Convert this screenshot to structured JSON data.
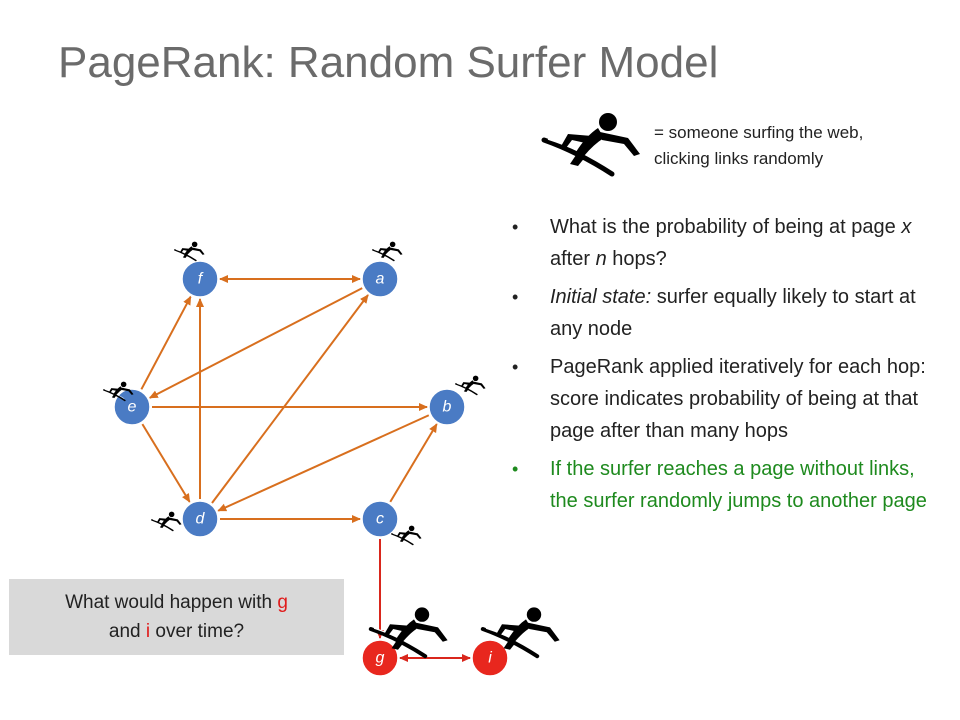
{
  "title": "PageRank: Random Surfer Model",
  "legend": {
    "line1": "= someone surfing the web,",
    "line2": "clicking links randomly"
  },
  "bullets": [
    {
      "parts": [
        {
          "text": "What is the probability of being at page "
        },
        {
          "text": "x",
          "italic": true
        },
        {
          "text": " after "
        },
        {
          "text": "n",
          "italic": true
        },
        {
          "text": " hops?"
        }
      ]
    },
    {
      "parts": [
        {
          "text": "Initial state:",
          "italic": true
        },
        {
          "text": " surfer equally likely to start at any node"
        }
      ]
    },
    {
      "parts": [
        {
          "text": "PageRank applied iteratively for each hop: score indicates probability of being at that page after than many hops"
        }
      ]
    },
    {
      "color": "green",
      "parts": [
        {
          "text": "If the surfer reaches a page without links, the surfer randomly jumps to another page"
        }
      ]
    }
  ],
  "question": {
    "before_g": "What would happen with ",
    "g": "g",
    "middle": " and ",
    "i": "i",
    "after": " over time?"
  },
  "graph": {
    "colors": {
      "blue_node": "#4a7bc4",
      "red_node": "#e8271e",
      "orange_edge": "#d86f1e",
      "red_edge": "#d9261c"
    },
    "nodes": [
      {
        "id": "f",
        "label": "f",
        "color": "blue"
      },
      {
        "id": "a",
        "label": "a",
        "color": "blue"
      },
      {
        "id": "e",
        "label": "e",
        "color": "blue"
      },
      {
        "id": "b",
        "label": "b",
        "color": "blue"
      },
      {
        "id": "d",
        "label": "d",
        "color": "blue"
      },
      {
        "id": "c",
        "label": "c",
        "color": "blue"
      },
      {
        "id": "g",
        "label": "g",
        "color": "red"
      },
      {
        "id": "i",
        "label": "i",
        "color": "red"
      }
    ],
    "edges": [
      {
        "from": "f",
        "to": "a",
        "color": "orange",
        "bidirectional": true
      },
      {
        "from": "e",
        "to": "f",
        "color": "orange"
      },
      {
        "from": "a",
        "to": "e",
        "color": "orange"
      },
      {
        "from": "e",
        "to": "b",
        "color": "orange"
      },
      {
        "from": "e",
        "to": "d",
        "color": "orange"
      },
      {
        "from": "d",
        "to": "f",
        "color": "orange"
      },
      {
        "from": "d",
        "to": "a",
        "color": "orange"
      },
      {
        "from": "b",
        "to": "d",
        "color": "orange"
      },
      {
        "from": "d",
        "to": "c",
        "color": "orange"
      },
      {
        "from": "c",
        "to": "b",
        "color": "orange"
      },
      {
        "from": "c",
        "to": "g",
        "color": "red"
      },
      {
        "from": "g",
        "to": "i",
        "color": "red",
        "bidirectional": true
      }
    ]
  }
}
